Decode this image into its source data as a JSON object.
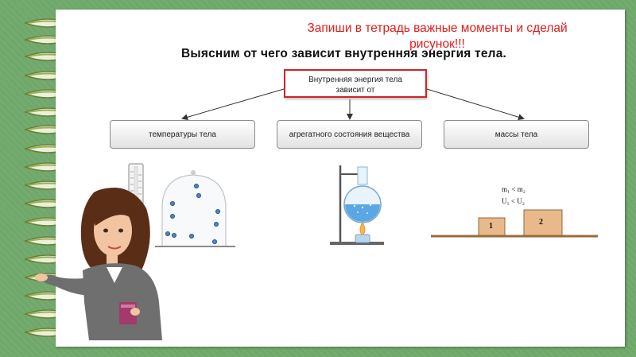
{
  "slide": {
    "instruction": "Запиши в тетрадь важные моменты и сделай рисунок!!!",
    "heading": "Выясним от чего зависит внутренняя энергия тела.",
    "center_box": {
      "line1": "Внутренняя энергия тела",
      "line2": "зависит от"
    },
    "categories": [
      "температуры тела",
      "агрегатного состояния вещества",
      "массы тела"
    ],
    "mass_illustration": {
      "formula1": "m₁ < m₂",
      "formula2": "U₁ < U₂",
      "block1_label": "1",
      "block2_label": "2"
    }
  },
  "colors": {
    "background": "#6fa86a",
    "instruction_text": "#e11b1b",
    "center_box_border": "#c9262b",
    "block_fill": "#e8b98a"
  },
  "icons": [
    "notebook-ring-icon",
    "thermometer-icon",
    "gas-dome-icon",
    "flask-burner-icon",
    "teacher-figure-icon"
  ]
}
